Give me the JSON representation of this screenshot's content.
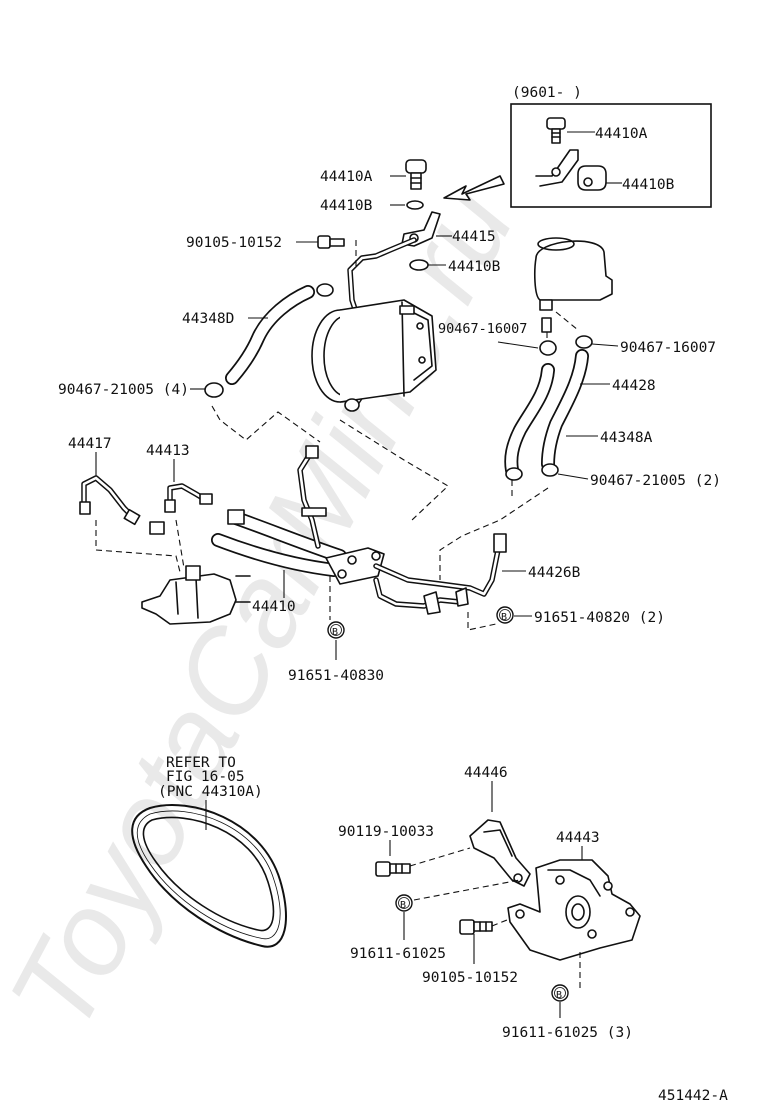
{
  "watermark": "ToyotaCarMine.ru",
  "inset": {
    "range_label": "(9601-       )"
  },
  "labels": {
    "p44410A_main": "44410A",
    "p44410B_main": "44410B",
    "p44415": "44415",
    "p44410B_right": "44410B",
    "p90105_10152_top": "90105-10152",
    "p44348D": "44348D",
    "p90467_16007_left": "90467-16007",
    "p90467_16007_right": "90467-16007",
    "p90467_21005_4": "90467-21005 (4)",
    "p44428": "44428",
    "p44348A": "44348A",
    "p44417": "44417",
    "p44413": "44413",
    "p90467_21005_2": "90467-21005 (2)",
    "p44426B": "44426B",
    "p44410": "44410",
    "p91651_40820_2": "91651-40820 (2)",
    "p91651_40830": "91651-40830",
    "p44410A_inset": "44410A",
    "p44410B_inset": "44410B",
    "refer_line1": "REFER TO",
    "refer_line2": "FIG 16-05",
    "refer_line3": "(PNC 44310A)",
    "p44446": "44446",
    "p90119_10033": "90119-10033",
    "p44443": "44443",
    "p91611_61025": "91611-61025",
    "p90105_10152_bottom": "90105-10152",
    "p91611_61025_3": "91611-61025 (3)",
    "figure_code": "451442-A"
  },
  "icons": {
    "bolt_marker": "B"
  }
}
